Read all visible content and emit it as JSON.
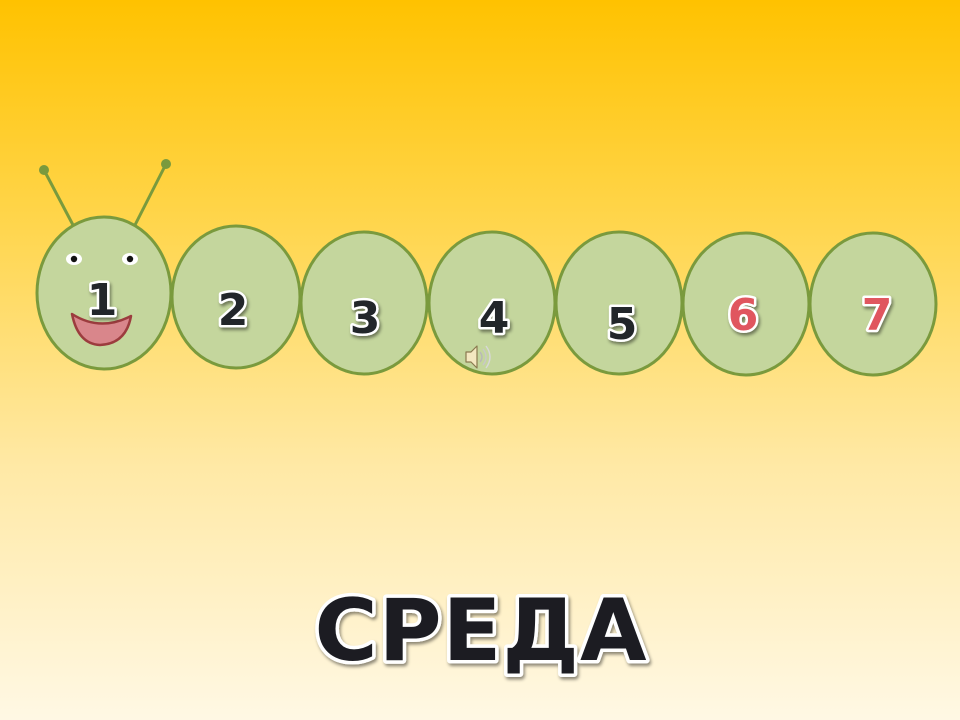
{
  "slide": {
    "title": "СРЕДА",
    "segments": [
      {
        "label": "1",
        "color": "#22262c"
      },
      {
        "label": "2",
        "color": "#22262c"
      },
      {
        "label": "3",
        "color": "#22262c"
      },
      {
        "label": "4",
        "color": "#22262c"
      },
      {
        "label": "5",
        "color": "#22262c"
      },
      {
        "label": "6",
        "color": "#e0565e"
      },
      {
        "label": "7",
        "color": "#e0565e"
      }
    ],
    "audio_icon": "speaker-icon"
  },
  "colors": {
    "body_fill": "#c4d69d",
    "body_stroke": "#7a9a3d",
    "antenna": "#7a9a3d",
    "mouth_fill": "#d9868b",
    "mouth_stroke": "#9c3c3e",
    "title_color": "#1c1f24"
  }
}
